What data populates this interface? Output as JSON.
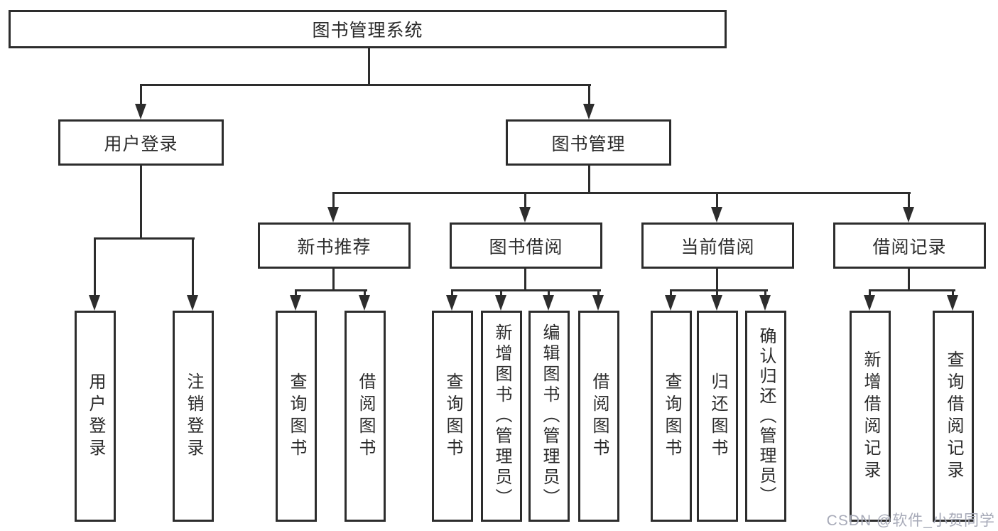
{
  "diagram": {
    "watermark": "CSDN @软件_小贺同学",
    "colors": {
      "line": "#2d2d2d",
      "text": "#2b2b2b",
      "watermark_text": "#a7aab8",
      "background": "#ffffff"
    },
    "nodes": {
      "root": {
        "label": "图书管理系统"
      },
      "user_login": {
        "label": "用户登录"
      },
      "book_management": {
        "label": "图书管理"
      },
      "new_book_recommend": {
        "label": "新书推荐"
      },
      "book_borrow": {
        "label": "图书借阅"
      },
      "current_borrow": {
        "label": "当前借阅"
      },
      "borrow_records": {
        "label": "借阅记录"
      },
      "leaf_user_login": {
        "label": "用户登录"
      },
      "leaf_logout": {
        "label": "注销登录"
      },
      "leaf_query_book_recommend": {
        "label": "查询图书"
      },
      "leaf_borrow_book_recommend": {
        "label": "借阅图书"
      },
      "leaf_query_book_borrow": {
        "label": "查询图书"
      },
      "leaf_add_book_admin": {
        "label": "新增图书（管理员）"
      },
      "leaf_edit_book_admin": {
        "label": "编辑图书（管理员）"
      },
      "leaf_borrow_book": {
        "label": "借阅图书"
      },
      "leaf_query_book_current": {
        "label": "查询图书"
      },
      "leaf_return_book": {
        "label": "归还图书"
      },
      "leaf_confirm_return_admin": {
        "label": "确认归还（管理员）"
      },
      "leaf_add_borrow_record": {
        "label": "新增借阅记录"
      },
      "leaf_query_borrow_record": {
        "label": "查询借阅记录"
      }
    }
  }
}
